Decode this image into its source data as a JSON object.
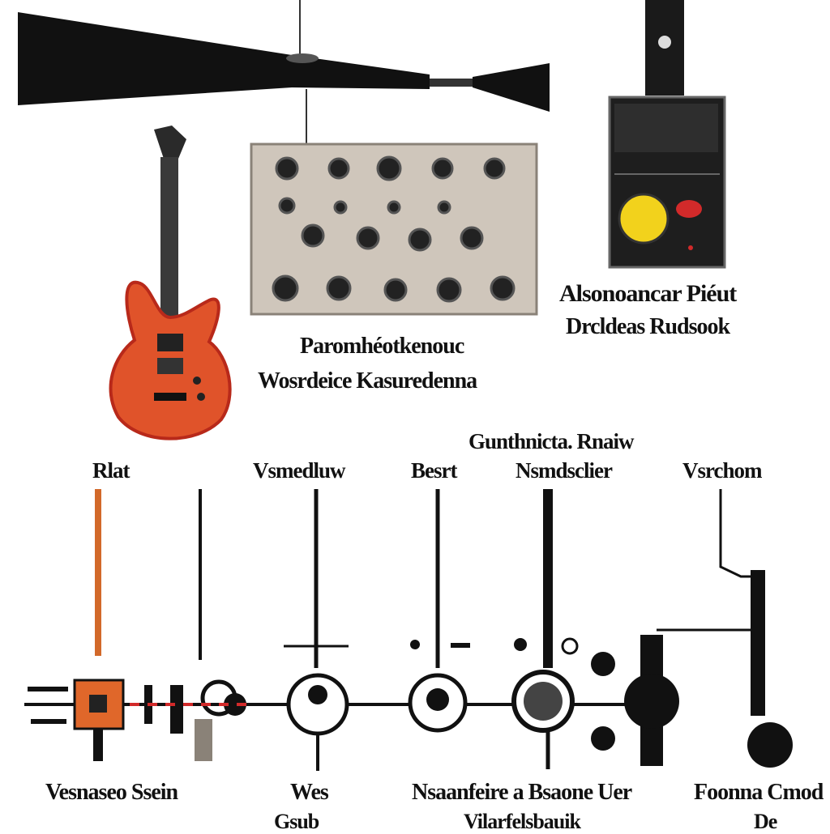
{
  "colors": {
    "ink": "#111111",
    "guitar_body": "#e0532a",
    "guitar_edge": "#b8291a",
    "panel": "#cfc6bb",
    "amp_knob_yellow": "#f2d21c",
    "amp_knob_red": "#d22a2a",
    "wire_orange": "#d2692a"
  },
  "icons": [
    "horn-speaker-icon",
    "electric-guitar-icon",
    "knob-panel-icon",
    "amplifier-icon"
  ],
  "labels": {
    "panel_line1": "Paromhéotkenouc",
    "panel_line2": "Wosrdeice Kasuredenna",
    "amp_line1": "Alsonoancar Piéut",
    "amp_line2": "Drcldeas Rudsook",
    "rail_header": "Gunthnicta. Rnaiw"
  },
  "columns": [
    {
      "label": "Rlat"
    },
    {
      "label": "Vsmedluw"
    },
    {
      "label": "Besrt"
    },
    {
      "label": "Nsmdsclier"
    },
    {
      "label": "Vsrchom"
    }
  ],
  "bottom_labels": {
    "b1": "Vesnaseo Ssein",
    "b2_line1": "Wes",
    "b2_line2": "Gsub",
    "b3_line1": "Nsaanfeire a Bsaone Uer",
    "b3_line2": "Vilarfelsbauik",
    "b4_line1": "Foonna Cmod",
    "b4_line2": "De"
  }
}
